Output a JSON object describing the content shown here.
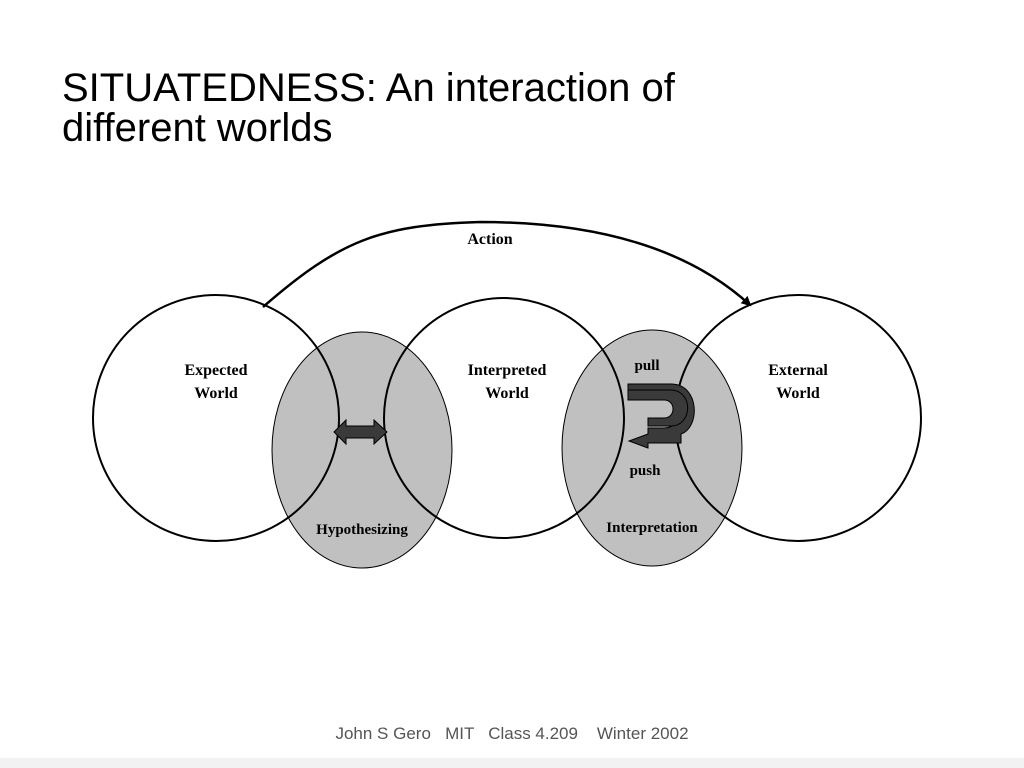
{
  "title": {
    "line1": "SITUATEDNESS: An interaction of",
    "line2": "different worlds"
  },
  "diagram": {
    "worlds": {
      "expected": [
        "Expected",
        "World"
      ],
      "interpreted": [
        "Interpreted",
        "World"
      ],
      "external": [
        "External",
        "World"
      ]
    },
    "processes": {
      "hypothesizing": "Hypothesizing",
      "interpretation": "Interpretation",
      "action": "Action"
    },
    "pull_label": "pull",
    "push_label": "push",
    "colors": {
      "overlap_fill": "#c0c0c0",
      "outline": "#000000",
      "arrow_fill": "#3a3a3a"
    }
  },
  "footer": {
    "text": "John S Gero   MIT   Class 4.209    Winter 2002"
  }
}
